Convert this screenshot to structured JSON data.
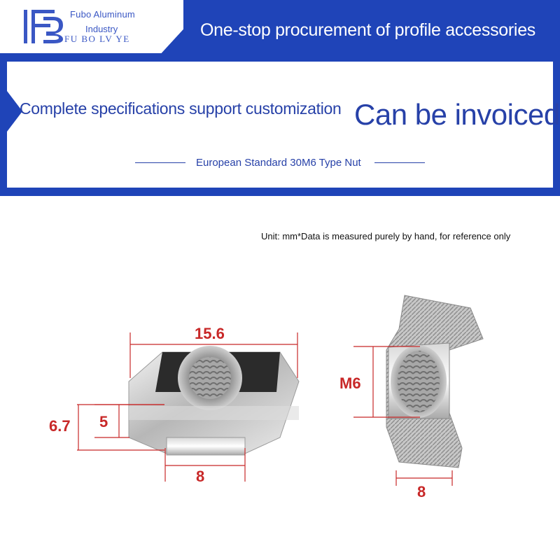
{
  "header": {
    "company_name_line1": "Fubo Aluminum",
    "company_name_line2": "Industry",
    "company_pinyin": "FU BO LV YE",
    "tagline": "One-stop procurement of profile accessories"
  },
  "banner": {
    "text_left": "Complete specifications support customization",
    "text_right": "Can be invoiced",
    "subtitle": "European Standard 30M6 Type Nut"
  },
  "note": {
    "unit_text": "Unit: mm*Data is measured purely by hand, for reference only"
  },
  "dimensions": {
    "width": "15.6",
    "height_total": "6.7",
    "height_head": "5",
    "base_width_left": "8",
    "thread": "M6",
    "base_width_right": "8"
  },
  "colors": {
    "brand_blue": "#1f44b8",
    "dimension_red": "#c82828"
  }
}
